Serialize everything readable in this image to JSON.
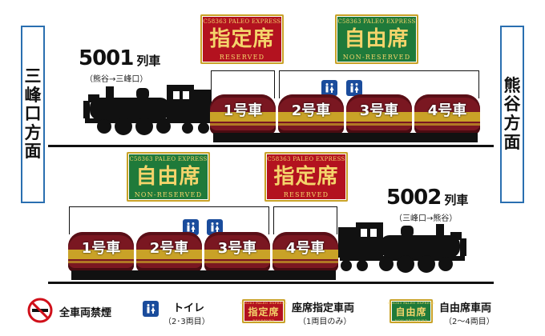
{
  "sides": {
    "left": [
      "三",
      "峰",
      "口",
      "方",
      "面"
    ],
    "right": [
      "熊",
      "谷",
      "方",
      "面"
    ]
  },
  "top_train": {
    "number": "5001",
    "suffix": "列車",
    "route": "（熊谷→三峰口）",
    "cars": [
      "1号車",
      "2号車",
      "3号車",
      "4号車"
    ]
  },
  "bottom_train": {
    "number": "5002",
    "suffix": "列車",
    "route": "（三峰口→熊谷）",
    "cars": [
      "1号車",
      "2号車",
      "3号車",
      "4号車"
    ]
  },
  "badges": {
    "reserved": {
      "top": "C58363 PALEO EXPRESS",
      "kanji": "指定席",
      "en": "RESERVED"
    },
    "nonreserved": {
      "top": "C58363 PALEO EXPRESS",
      "kanji": "自由席",
      "en": "NON-RESERVED"
    }
  },
  "legend": {
    "nosmoking": "全車両禁煙",
    "toilet": "トイレ",
    "toilet_sub": "（2･3両目）",
    "reserved": "座席指定車両",
    "reserved_sub": "（1両目のみ）",
    "nonreserved": "自由席車両",
    "nonreserved_sub": "（2〜4両目）"
  },
  "colors": {
    "car": "#7a1721",
    "gold": "#c9a227",
    "reserved": "#b3121f",
    "nonreserved": "#1f7a3a",
    "side_border": "#2a6fb0",
    "toilet": "#1a4c9c"
  }
}
